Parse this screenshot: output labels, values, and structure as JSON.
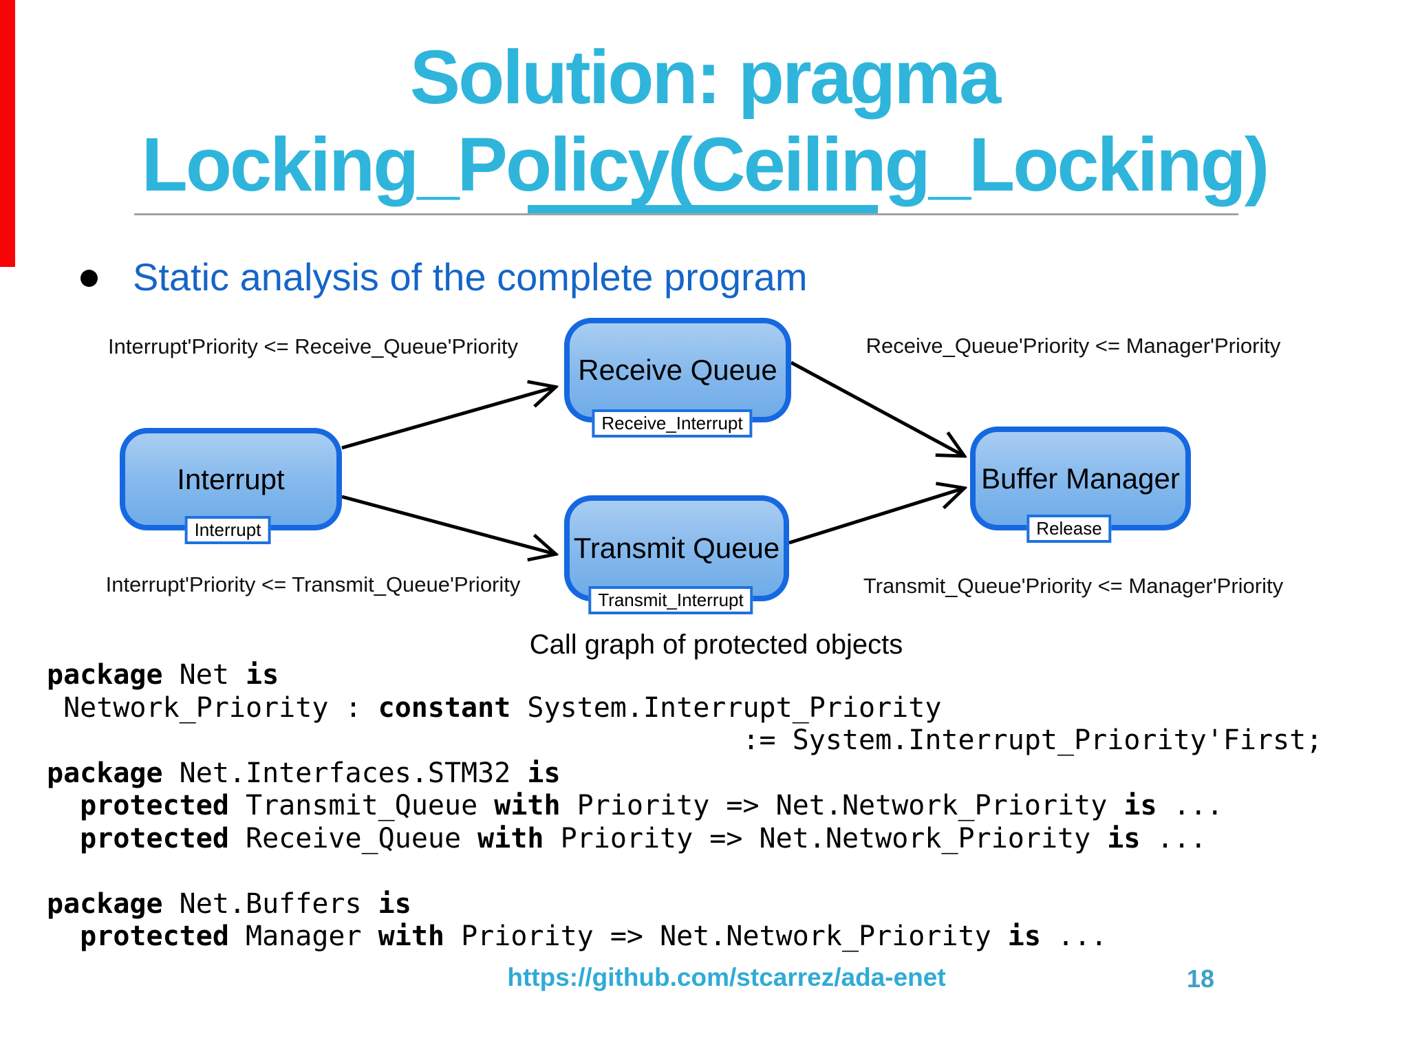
{
  "slide": {
    "title_line1": "Solution: pragma",
    "title_line2": "Locking_Policy(Ceiling_Locking)",
    "bullet": "Static analysis of the complete program",
    "caption": "Call graph of protected objects",
    "footer_url": "https://github.com/stcarrez/ada-enet",
    "page_number": "18"
  },
  "colors": {
    "title_cyan": "#2fb5db",
    "bullet_blue": "#1565c8",
    "node_border": "#1568e0",
    "node_fill_top": "#a9cdf2",
    "node_fill_bottom": "#6face8",
    "arrow": "#000000",
    "footer_cyan": "#2fabd6",
    "page_number_blue": "#3da0c8",
    "red_bar": "#f50505"
  },
  "diagram": {
    "nodes": [
      {
        "title": "Interrupt",
        "label": "Interrupt"
      },
      {
        "title": "Receive Queue",
        "label": "Receive_Interrupt"
      },
      {
        "title": "Transmit Queue",
        "label": "Transmit_Interrupt"
      },
      {
        "title": "Buffer Manager",
        "label": "Release"
      }
    ],
    "constraints": {
      "top_left": "Interrupt'Priority <= Receive_Queue'Priority",
      "top_right": "Receive_Queue'Priority <= Manager'Priority",
      "bottom_left": "Interrupt'Priority <= Transmit_Queue'Priority",
      "bottom_right": "Transmit_Queue'Priority <= Manager'Priority"
    }
  },
  "code": {
    "lines": [
      [
        {
          "t": "package",
          "b": 1
        },
        {
          "t": " Net ",
          "b": 0
        },
        {
          "t": "is",
          "b": 1
        }
      ],
      [
        {
          "t": " Network_Priority : ",
          "b": 0
        },
        {
          "t": "constant",
          "b": 1
        },
        {
          "t": " System.Interrupt_Priority",
          "b": 0
        }
      ],
      [
        {
          "t": "                                          := System.Interrupt_Priority'First;",
          "b": 0
        }
      ],
      [
        {
          "t": "package",
          "b": 1
        },
        {
          "t": " Net.Interfaces.STM32 ",
          "b": 0
        },
        {
          "t": "is",
          "b": 1
        }
      ],
      [
        {
          "t": "  ",
          "b": 0
        },
        {
          "t": "protected",
          "b": 1
        },
        {
          "t": " Transmit_Queue ",
          "b": 0
        },
        {
          "t": "with",
          "b": 1
        },
        {
          "t": " Priority => Net.Network_Priority ",
          "b": 0
        },
        {
          "t": "is",
          "b": 1
        },
        {
          "t": " ...",
          "b": 0
        }
      ],
      [
        {
          "t": "  ",
          "b": 0
        },
        {
          "t": "protected",
          "b": 1
        },
        {
          "t": " Receive_Queue ",
          "b": 0
        },
        {
          "t": "with",
          "b": 1
        },
        {
          "t": " Priority => Net.Network_Priority ",
          "b": 0
        },
        {
          "t": "is",
          "b": 1
        },
        {
          "t": " ...",
          "b": 0
        }
      ],
      [],
      [
        {
          "t": "package",
          "b": 1
        },
        {
          "t": " Net.Buffers ",
          "b": 0
        },
        {
          "t": "is",
          "b": 1
        }
      ],
      [
        {
          "t": "  ",
          "b": 0
        },
        {
          "t": "protected",
          "b": 1
        },
        {
          "t": " Manager ",
          "b": 0
        },
        {
          "t": "with",
          "b": 1
        },
        {
          "t": " Priority => Net.Network_Priority ",
          "b": 0
        },
        {
          "t": "is",
          "b": 1
        },
        {
          "t": " ...",
          "b": 0
        }
      ]
    ]
  }
}
